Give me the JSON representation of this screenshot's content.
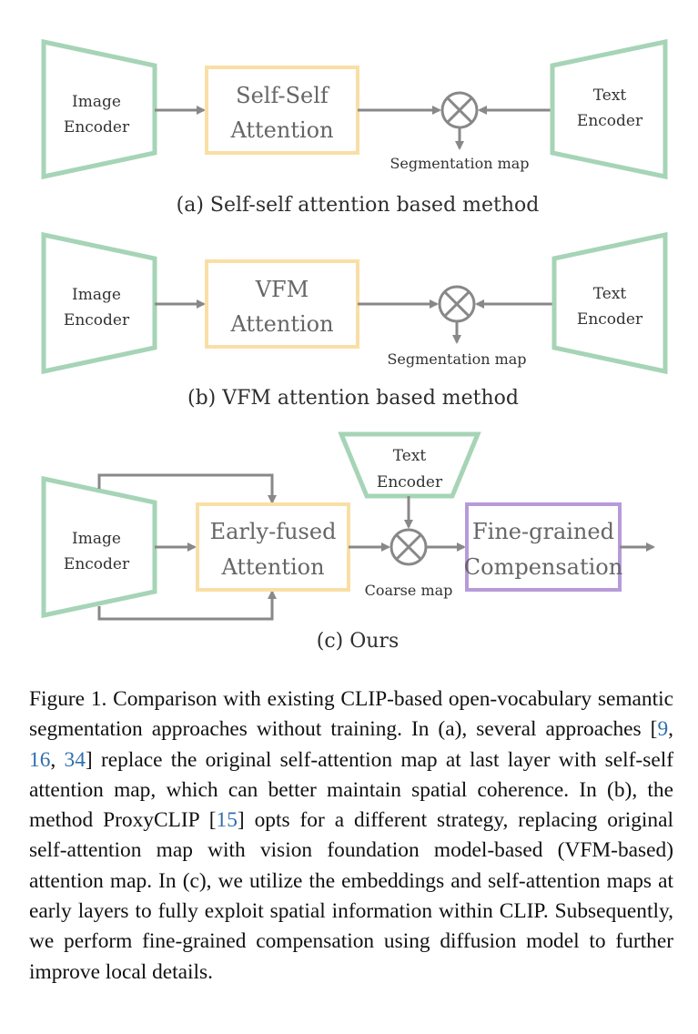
{
  "colors": {
    "encoder_stroke": "#a6d4b6",
    "attention_stroke": "#f9dfa6",
    "compensation_stroke": "#b79bd9",
    "arrow": "#888888",
    "citation": "#2f6fad"
  },
  "panel_a": {
    "image_encoder": [
      "Image",
      "Encoder"
    ],
    "attention": [
      "Self-Self",
      "Attention"
    ],
    "text_encoder": [
      "Text",
      "Encoder"
    ],
    "output": "Segmentation map",
    "subcaption": "(a) Self-self attention based method"
  },
  "panel_b": {
    "image_encoder": [
      "Image",
      "Encoder"
    ],
    "attention": [
      "VFM",
      "Attention"
    ],
    "text_encoder": [
      "Text",
      "Encoder"
    ],
    "output": "Segmentation map",
    "subcaption": "(b) VFM attention based method"
  },
  "panel_c": {
    "image_encoder": [
      "Image",
      "Encoder"
    ],
    "attention": [
      "Early-fused",
      "Attention"
    ],
    "text_encoder": [
      "Text",
      "Encoder"
    ],
    "output": "Coarse map",
    "compensation": [
      "Fine-grained",
      "Compensation"
    ],
    "subcaption": "(c) Ours"
  },
  "caption": {
    "p1": "Figure 1. Comparison with existing CLIP-based open-vocabulary semantic segmentation approaches without training. In (a), several approaches [",
    "ref1": "9",
    "s1": ", ",
    "ref2": "16",
    "s2": ", ",
    "ref3": "34",
    "p2": "] replace the original self-attention map at last layer with self-self attention map, which can better maintain spatial coherence. In (b), the method ProxyCLIP [",
    "ref4": "15",
    "p3": "] opts for a different strategy, replacing original self-attention map with vision foundation model-based (VFM-based) attention map. In (c), we utilize the embeddings and self-attention maps at early layers to fully exploit spatial information within CLIP. Subsequently, we perform fine-grained compensation using diffusion model to further improve local details."
  }
}
